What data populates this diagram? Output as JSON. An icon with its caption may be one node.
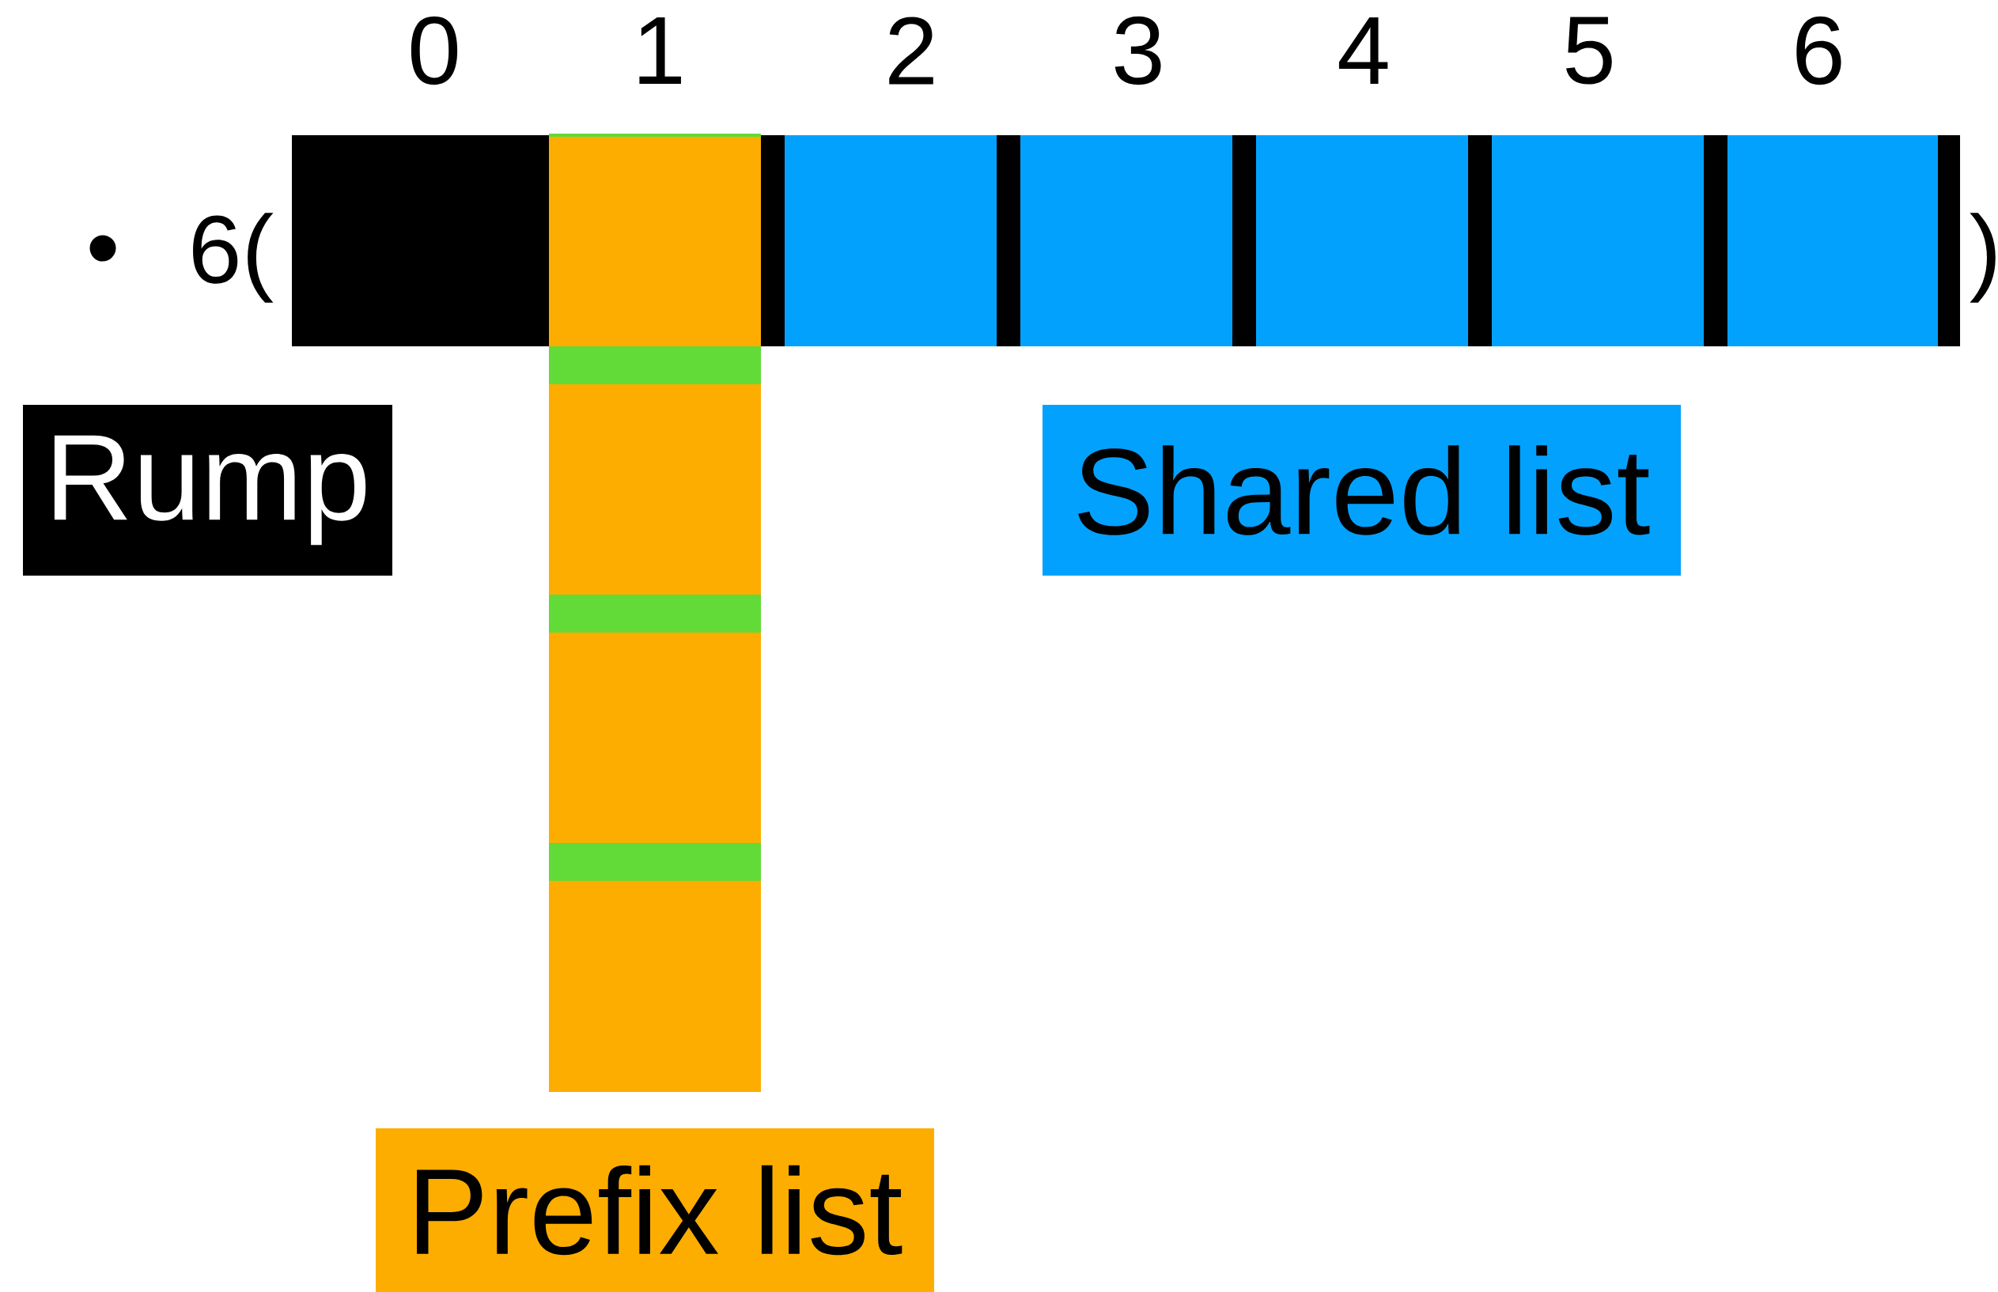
{
  "diagram": {
    "nodes": [
      {
        "text": [
          "Rump"
        ]
      },
      {
        "text": [
          "Shared list"
        ]
      },
      {
        "text": [
          "Prefix list"
        ]
      }
    ],
    "labels": [
      "0",
      "1",
      "2",
      "3",
      "4",
      "5",
      "6",
      "•",
      "6(",
      ")"
    ]
  }
}
